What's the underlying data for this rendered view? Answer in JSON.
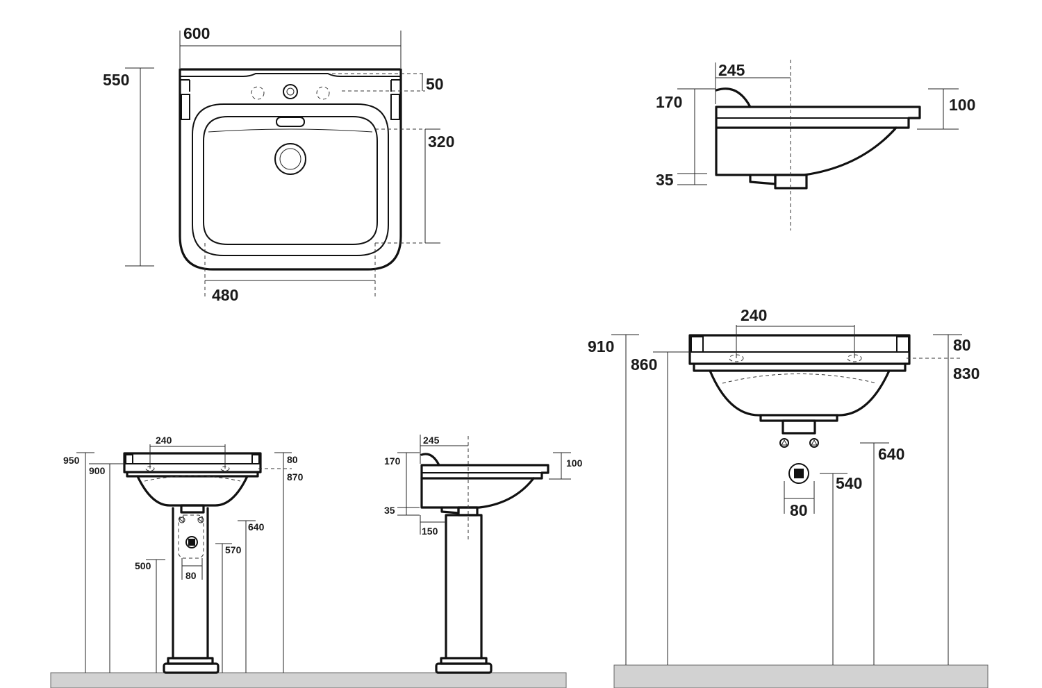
{
  "dimensions": {
    "top_view": {
      "width_overall": "600",
      "depth_overall": "550",
      "tap_hole_offset": "50",
      "bowl_depth": "320",
      "bowl_width": "480"
    },
    "side_view": {
      "depth_to_center": "245",
      "overall_height": "170",
      "rim_height": "100",
      "base_height": "35"
    },
    "wall_hung": {
      "fixing_centers": "240",
      "top_height": "910",
      "mounting_height": "860",
      "rim_thickness": "80",
      "fixing_height": "830",
      "supply_height": "640",
      "waste_height": "540",
      "waste_width": "80"
    },
    "pedestal_front": {
      "fixing_centers": "240",
      "top_height": "950",
      "mounting_height": "900",
      "rim_thickness": "80",
      "fixing_height": "870",
      "supply_height": "640",
      "waste_outlet_height": "570",
      "waste_height": "500",
      "waste_width": "80"
    },
    "pedestal_side": {
      "depth_to_center": "245",
      "overall_height": "170",
      "rim_height": "100",
      "base_height": "35",
      "pedestal_offset": "150"
    }
  }
}
